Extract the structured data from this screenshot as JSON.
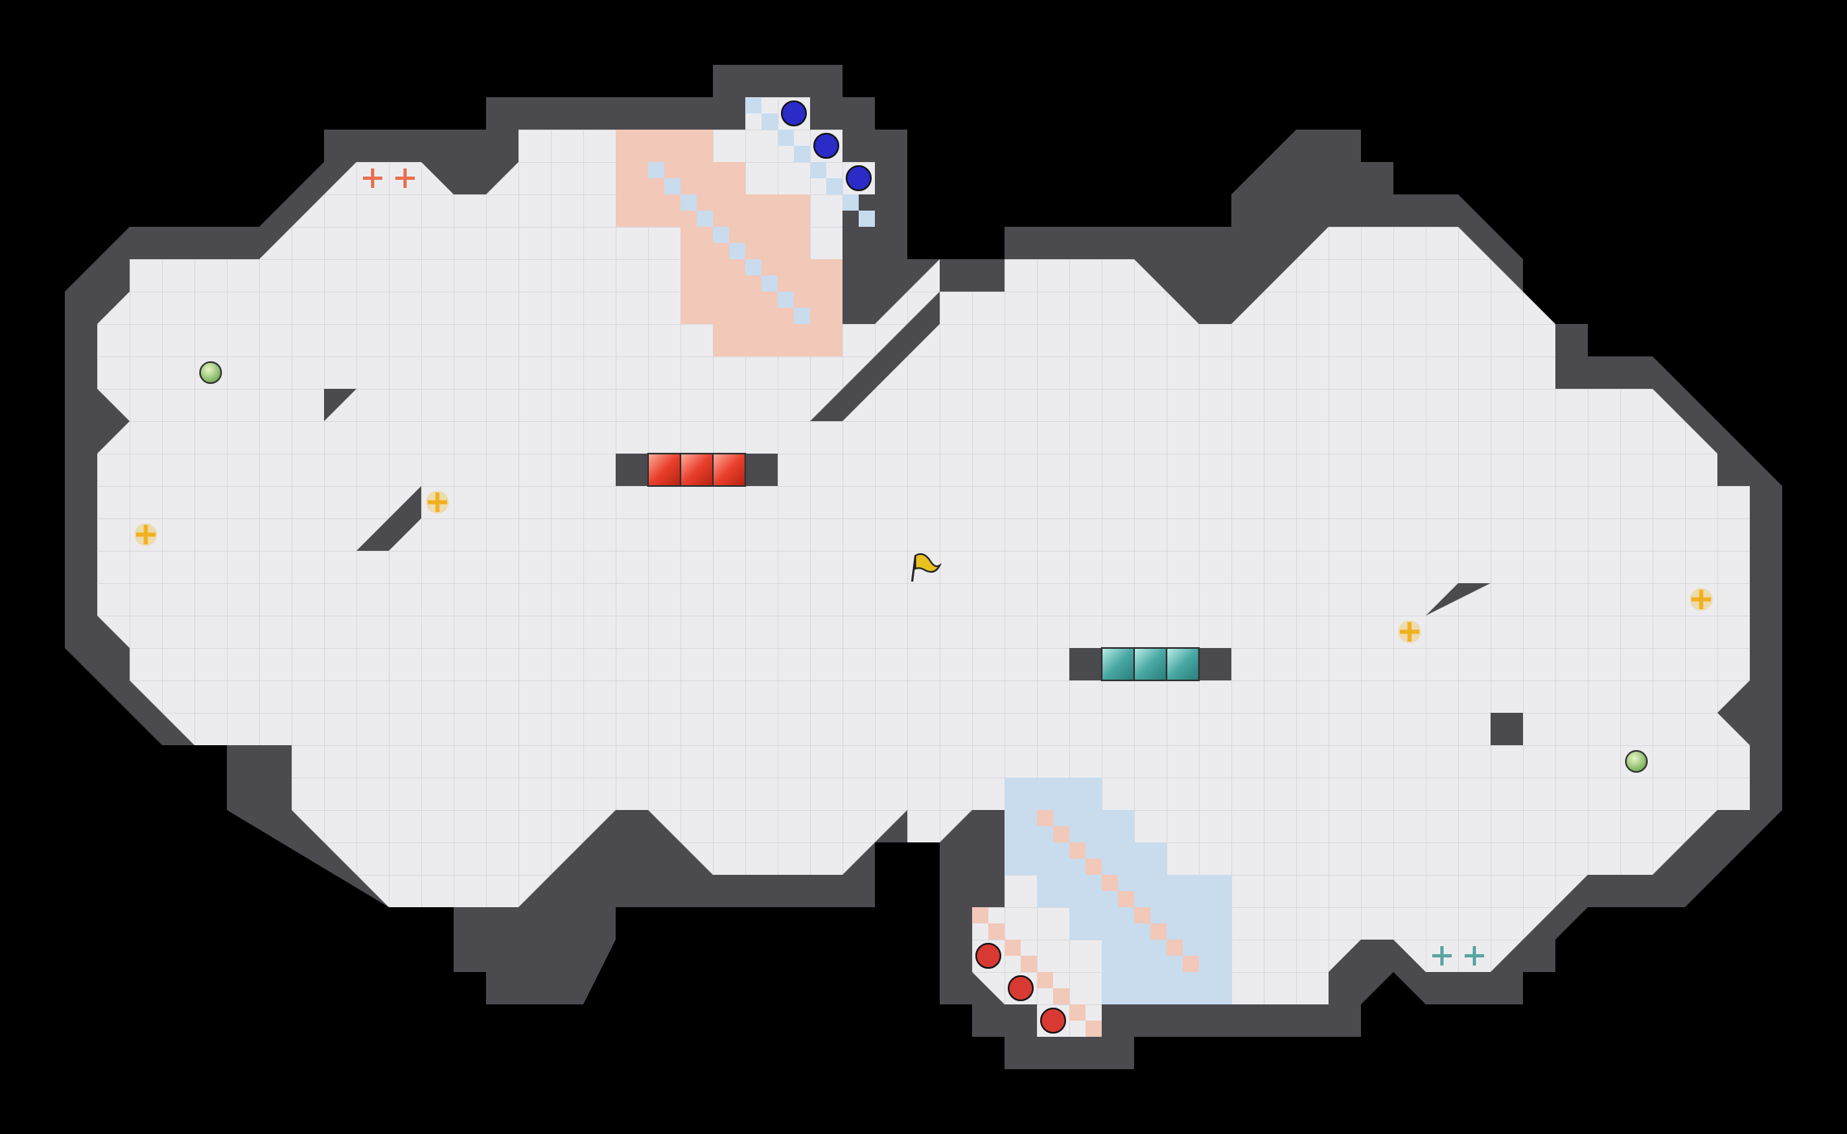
{
  "game": {
    "title": "",
    "map": "two-lobe arena",
    "flag": {
      "icon": "flag-icon",
      "color": "#e8c020"
    },
    "colors": {
      "background": "#000000",
      "floor": "#ececef",
      "grid": "#d6d6db",
      "wall": "#4a4a4f",
      "wall_edge": "#38383c",
      "red_team": "#d83a33",
      "blue_team": "#2b2bc8",
      "red_zone": "#f2c8b8",
      "blue_zone": "#c8dcee",
      "red_gate": "#e0402c",
      "green_gate": "#3a9a98",
      "boost": "#f0c030",
      "powerup": "#9ec86a"
    },
    "red_balls": 3,
    "blue_balls": 3,
    "boosts": 4,
    "powerups": 2,
    "spawn_markers": {
      "red": 2,
      "teal": 2
    },
    "gates": [
      {
        "team": "red",
        "tiles": 3
      },
      {
        "team": "teal",
        "tiles": 3
      }
    ]
  }
}
